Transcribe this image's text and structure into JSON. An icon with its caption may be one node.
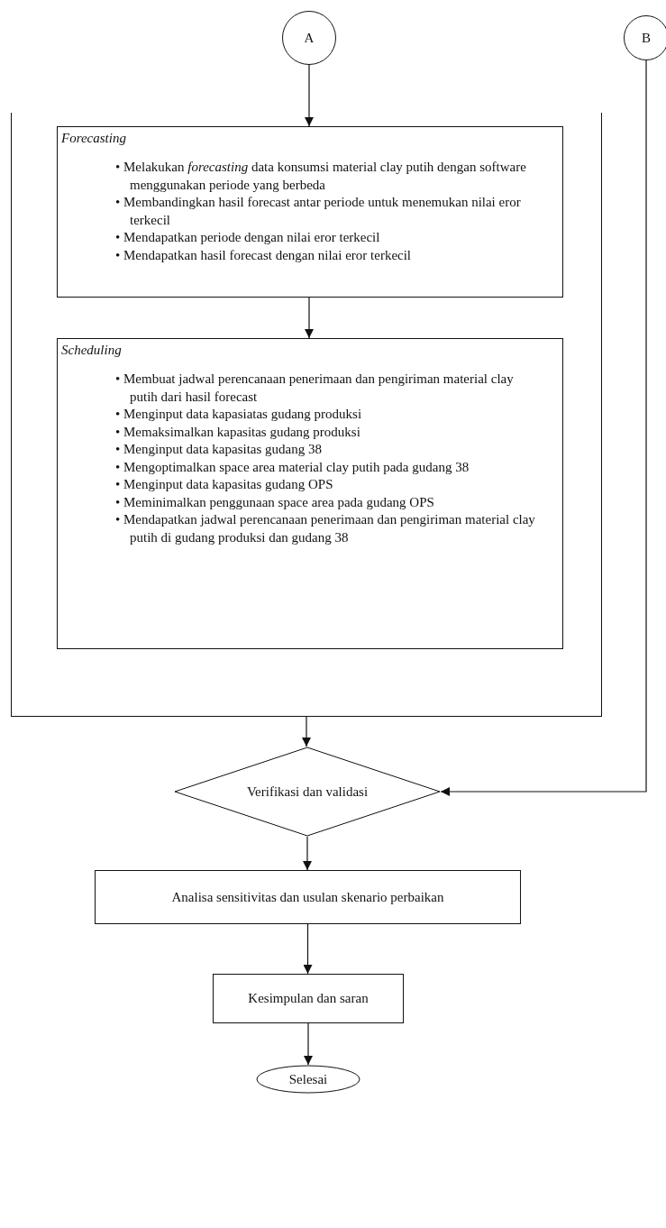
{
  "diagram": {
    "nodes": [
      {
        "text": [
          "A"
        ]
      },
      {
        "text": [
          "B"
        ]
      },
      {
        "text": [],
        "shape": "box"
      },
      {
        "text": [
          "Forecasting",
          "• Melakukan *forecasting* data konsumsi material clay putih dengan software menggunakan periode yang berbeda",
          "• Membandingkan hasil forecast antar periode untuk menemukan nilai eror terkecil",
          "• Mendapatkan periode dengan nilai eror terkecil",
          "• Mendapatkan hasil forecast dengan nilai eror terkecil"
        ],
        "in": 2
      },
      {
        "text": [
          "Scheduling",
          "• Membuat jadwal perencanaan penerimaan dan pengiriman material clay putih dari hasil forecast",
          "• Menginput data kapasiatas gudang produksi",
          "• Memaksimalkan kapasitas gudang produksi",
          "• Menginput data kapasitas gudang 38",
          "• Mengoptimalkan space area material clay putih pada gudang 38",
          "• Menginput data kapasitas gudang OPS",
          "• Meminimalkan penggunaan space area pada gudang OPS",
          "• Mendapatkan jadwal perencanaan penerimaan dan pengiriman material clay putih di gudang produksi dan gudang 38"
        ],
        "in": 2
      },
      {
        "text": [
          "Verifikasi dan validasi"
        ]
      },
      {
        "text": [
          "Analisa sensitivitas dan usulan skenario perbaikan"
        ]
      },
      {
        "text": [
          "Kesimpulan dan saran"
        ]
      },
      {
        "text": [
          "Selesai"
        ]
      }
    ],
    "edges": [
      {
        "from": 0,
        "to": 3,
        "arrow": "to"
      },
      {
        "from": 3,
        "to": 4,
        "arrow": "to"
      },
      {
        "from": 2,
        "to": 5,
        "arrow": "to"
      },
      {
        "from": 1,
        "to": 5,
        "arrow": "to"
      },
      {
        "from": 5,
        "to": 6,
        "arrow": "to"
      },
      {
        "from": 6,
        "to": 7,
        "arrow": "to"
      },
      {
        "from": 7,
        "to": 8,
        "arrow": "to"
      }
    ]
  }
}
